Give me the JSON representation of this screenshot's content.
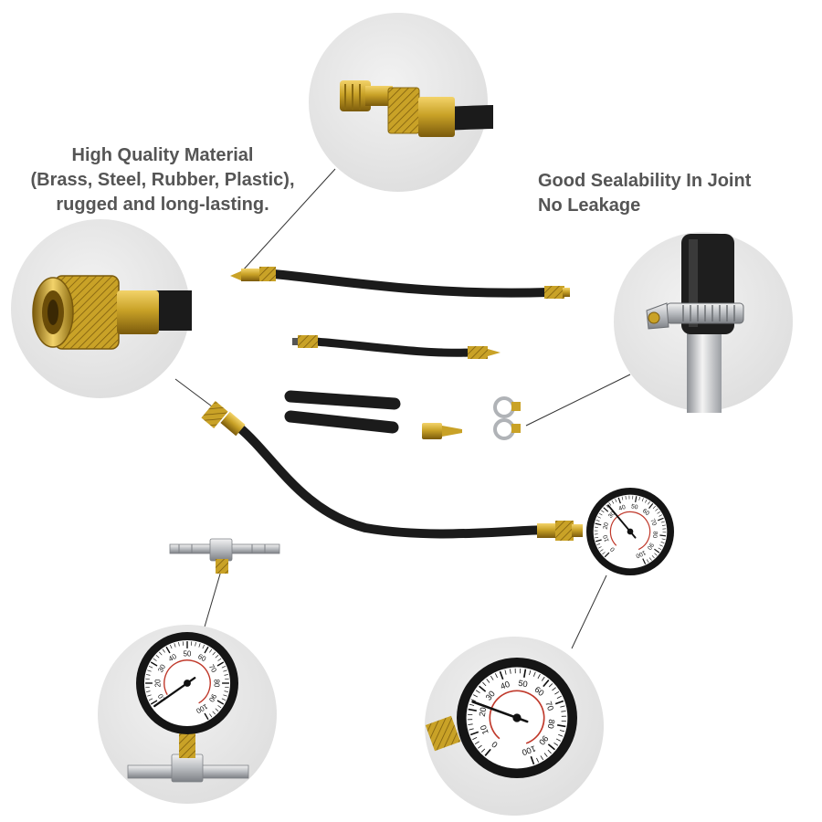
{
  "captions": {
    "material": {
      "line1": "High Quality Material",
      "line2": "(Brass, Steel, Rubber, Plastic),",
      "line3": "rugged and long-lasting."
    },
    "sealing": {
      "line1": "Good Sealability In Joint",
      "line2": "No Leakage"
    }
  },
  "gauges": {
    "main": {
      "ticks": [
        "0",
        "10",
        "20",
        "30",
        "40",
        "50",
        "60",
        "70",
        "80",
        "90",
        "100"
      ]
    },
    "zoom_right": {
      "ticks": [
        "0",
        "10",
        "20",
        "30",
        "40",
        "50",
        "60",
        "70",
        "80",
        "90",
        "100"
      ]
    },
    "zoom_left": {
      "ticks": [
        "10",
        "20",
        "30",
        "40",
        "50",
        "60",
        "70",
        "80",
        "90",
        "100"
      ]
    }
  },
  "colors": {
    "circle_bg": "#e9e9e9",
    "hose": "#1b1b1b",
    "brass": "#c9a227",
    "brass_dark": "#8a6a10",
    "steel": "#c8cbcf",
    "gauge_ring": "#151515",
    "scale_red": "#c0392b",
    "caption_text": "#555555"
  }
}
